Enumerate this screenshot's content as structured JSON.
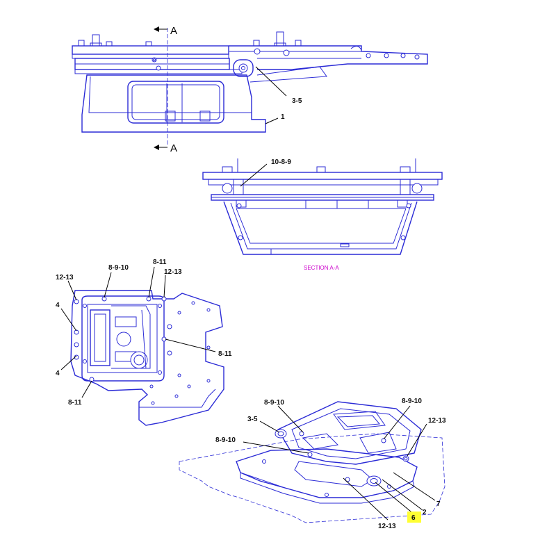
{
  "section_marker": {
    "letter": "A"
  },
  "section_caption": "SECTION A-A",
  "callouts": {
    "top_3_5": "3-5",
    "top_1": "1",
    "sec_10_8_9": "10-8-9",
    "pl_12_13_top": "12-13",
    "pl_8_9_10": "8-9-10",
    "pl_8_11_top": "8-11",
    "pl_12_13_right": "12-13",
    "pl_4_upper": "4",
    "pl_4_lower": "4",
    "pl_8_11_right": "8-11",
    "pl_8_11_bottom": "8-11",
    "iso_8_9_10_a": "8-9-10",
    "iso_8_9_10_b": "8-9-10",
    "iso_3_5": "3-5",
    "iso_12_13_right": "12-13",
    "iso_8_9_10_c": "8-9-10",
    "iso_7": "7",
    "iso_2": "2",
    "iso_6": "6",
    "iso_12_13_bottom": "12-13"
  },
  "colors": {
    "line": "#2b2bd6",
    "leader": "#000000",
    "section_caption": "#cc00cc",
    "highlight": "#ffff33"
  }
}
